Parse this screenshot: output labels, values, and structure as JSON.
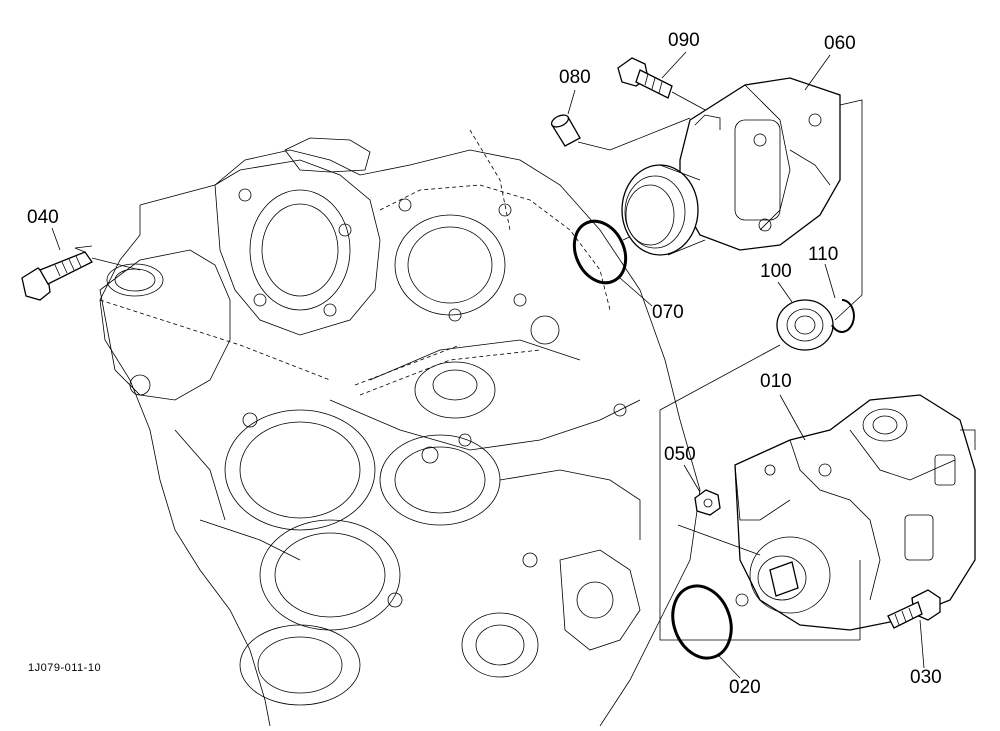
{
  "diagram": {
    "drawing_code": "1J079-011-10",
    "callouts": [
      {
        "id": "090",
        "text": "090"
      },
      {
        "id": "060",
        "text": "060"
      },
      {
        "id": "080",
        "text": "080"
      },
      {
        "id": "040",
        "text": "040"
      },
      {
        "id": "110",
        "text": "110"
      },
      {
        "id": "100",
        "text": "100"
      },
      {
        "id": "070",
        "text": "070"
      },
      {
        "id": "010",
        "text": "010"
      },
      {
        "id": "050",
        "text": "050"
      },
      {
        "id": "030",
        "text": "030"
      },
      {
        "id": "020",
        "text": "020"
      }
    ]
  }
}
